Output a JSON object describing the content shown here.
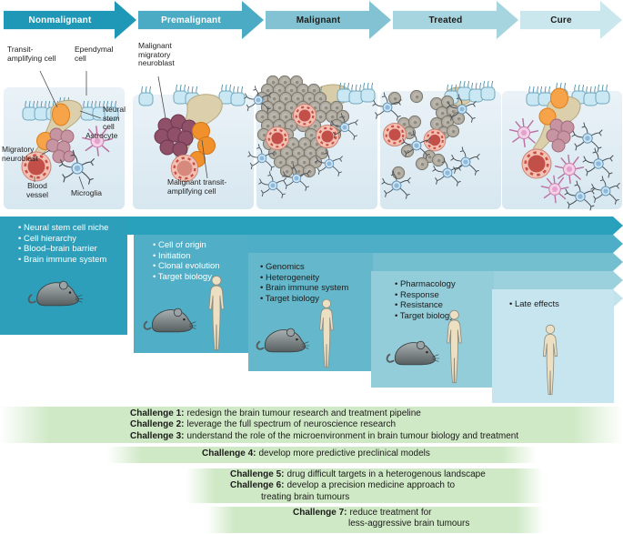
{
  "stages": [
    {
      "label": "Nonmalignant"
    },
    {
      "label": "Premalignant"
    },
    {
      "label": "Malignant"
    },
    {
      "label": "Treated"
    },
    {
      "label": "Cure"
    }
  ],
  "panels": {
    "nonmalignant": {
      "labels": {
        "transit": "Transit-\namplifying cell",
        "ependymal": "Ependymal\ncell",
        "neural_stem": "Neural\nstem\ncell",
        "astrocyte": "Astrocyte",
        "migratory": "Migratory\nneuroblast",
        "blood_vessel": "Blood\nvessel",
        "microglia": "Microglia"
      }
    },
    "premalignant": {
      "labels": {
        "malignant_migratory": "Malignant\nmigratory\nneuroblast",
        "malignant_transit": "Malignant transit-\namplifying cell"
      }
    }
  },
  "steps": [
    {
      "bullets": [
        "Neural stem cell niche",
        "Cell hierarchy",
        "Blood–brain barrier",
        "Brain immune system"
      ],
      "models": [
        "mouse"
      ]
    },
    {
      "bullets": [
        "Cell of origin",
        "Initiation",
        "Clonal evolution",
        "Target biology"
      ],
      "models": [
        "mouse",
        "human"
      ]
    },
    {
      "bullets": [
        "Genomics",
        "Heterogeneity",
        "Brain immune system",
        "Target biology"
      ],
      "models": [
        "mouse",
        "human"
      ]
    },
    {
      "bullets": [
        "Pharmacology",
        "Response",
        "Resistance",
        "Target biology"
      ],
      "models": [
        "mouse",
        "human"
      ]
    },
    {
      "bullets": [
        "Late effects"
      ],
      "models": [
        "human"
      ]
    }
  ],
  "challenges": {
    "bar1": [
      {
        "label": "Challenge 1:",
        "text": "redesign the brain tumour research and treatment pipeline"
      },
      {
        "label": "Challenge 2:",
        "text": "leverage the full spectrum of neuroscience research"
      },
      {
        "label": "Challenge 3:",
        "text": "understand the role of the microenvironment in brain tumour biology and treatment"
      }
    ],
    "bar2": [
      {
        "label": "Challenge 4:",
        "text": "develop more predictive preclinical models"
      }
    ],
    "bar3": [
      {
        "label": "Challenge 5:",
        "text": "drug difficult targets in a heterogenous landscape"
      },
      {
        "label": "Challenge 6:",
        "text": "develop a precision medicine approach to"
      },
      {
        "label": "",
        "text": "treating brain tumours"
      }
    ],
    "bar4": [
      {
        "label": "Challenge 7:",
        "text": "reduce treatment for"
      },
      {
        "label": "",
        "text": "less-aggressive brain tumours"
      }
    ]
  },
  "colors": {
    "stage_arrows": [
      "#1f97b6",
      "#4babc5",
      "#82c2d2",
      "#a6d4df",
      "#cbe7ee"
    ],
    "step_boxes": [
      "#2d9fba",
      "#50aec6",
      "#65b8cb",
      "#93cdda",
      "#c7e5ee"
    ],
    "panel_background": "#dcebf3",
    "challenge_bar": "#cfe9c6",
    "ependymal_cell": "#c9e8f3",
    "neural_stem_cell": "#dbcfac",
    "transit_amplifying_cell": "#f6a34a",
    "migratory_neuroblast": "#c795a2",
    "malignant_neuroblast": "#8f5068",
    "blood_vessel": "#c25049",
    "tumour_cell": "#bdb9b0"
  }
}
